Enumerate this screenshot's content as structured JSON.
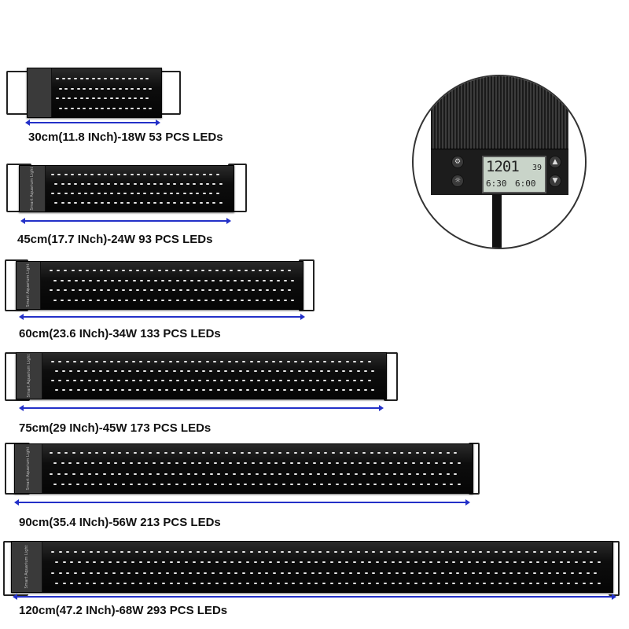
{
  "products": [
    {
      "label": "30cm(11.8 INch)-18W 53 PCS LEDs"
    },
    {
      "label": "45cm(17.7 INch)-24W 93 PCS LEDs"
    },
    {
      "label": "60cm(23.6 INch)-34W 133 PCS LEDs"
    },
    {
      "label": "75cm(29 INch)-45W 173 PCS LEDs"
    },
    {
      "label": "90cm(35.4 INch)-56W 213 PCS LEDs"
    },
    {
      "label": "120cm(47.2 INch)-68W 293 PCS LEDs"
    }
  ],
  "controller": {
    "time_main": "1201",
    "time_seconds": "39",
    "on_time": "6:30",
    "off_time": "6:00",
    "settings_icon": "gear-icon",
    "light_icon": "bulb-icon",
    "up_icon": "triangle-up-icon",
    "down_icon": "triangle-down-icon"
  },
  "colors": {
    "measure_line": "#2330c8",
    "fixture_body": "#0d0d0d",
    "led": "#e8e8e8"
  }
}
